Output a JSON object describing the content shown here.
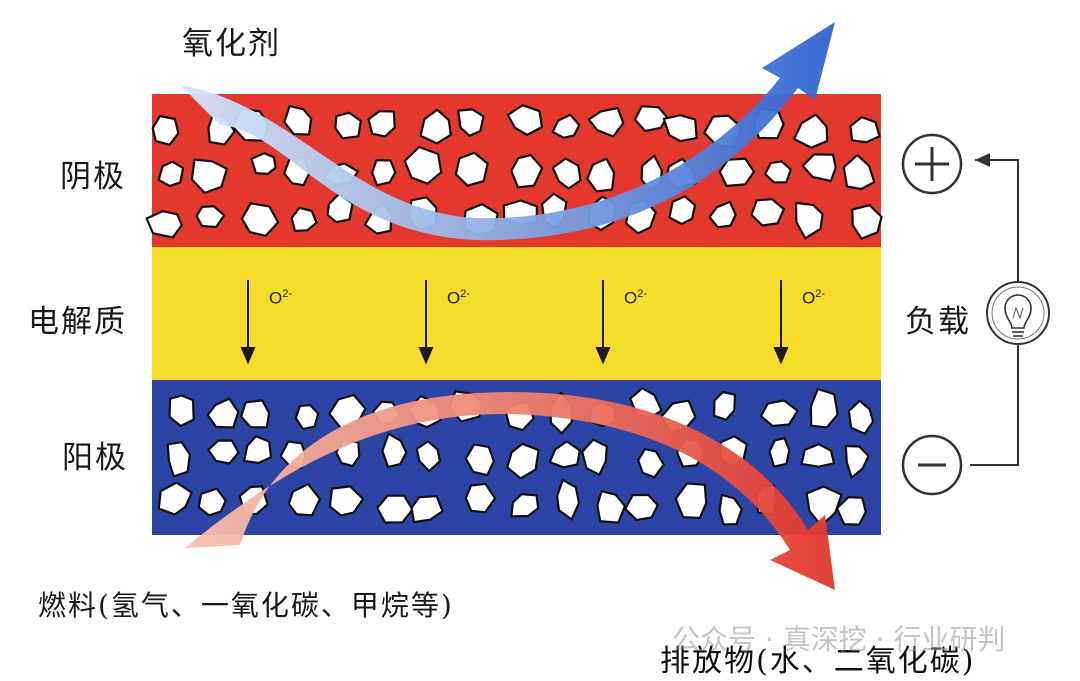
{
  "labels": {
    "oxidant": "氧化剂",
    "cathode": "阴极",
    "electrolyte": "电解质",
    "anode": "阳极",
    "load": "负载",
    "fuel": "燃料(氢气、一氧化碳、甲烷等)",
    "exhaust": "排放物(水、二氧化碳)"
  },
  "ion": {
    "base": "O",
    "charge": "2-"
  },
  "terminals": {
    "positive": "+",
    "negative": "−"
  },
  "watermark": "公众号 · 真深挖 · 行业研判",
  "colors": {
    "cathode": "#e4372d",
    "electrolyte": "#f6dc2b",
    "anode": "#2c44a6",
    "oxidant_arrow": "#3f6fd6",
    "fuel_arrow": "#e8453a"
  }
}
